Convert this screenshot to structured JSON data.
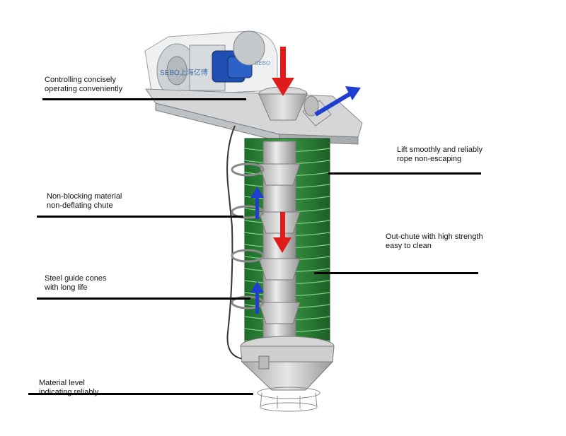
{
  "brand": {
    "logo_text": "SEBO上海亿博",
    "side_text": "SEBO"
  },
  "colors": {
    "chute_green": "#2f8a3a",
    "steel": "#c9c9c9",
    "inflow_arrow": "#e01b1b",
    "outflow_arrow": "#1f3fd0",
    "leader_line": "#000000"
  },
  "callouts": [
    {
      "id": "controlling",
      "line1": "Controlling concisely",
      "line2": "operating conveniently"
    },
    {
      "id": "lift",
      "line1": "Lift smoothly and reliably",
      "line2": "rope non-escaping"
    },
    {
      "id": "non-blocking",
      "line1": "Non-blocking material",
      "line2": "non-deflating chute"
    },
    {
      "id": "out-chute",
      "line1": "Out-chute with high strength",
      "line2": "easy to clean"
    },
    {
      "id": "steel-guide",
      "line1": "Steel guide cones",
      "line2": "with long life"
    },
    {
      "id": "material-level",
      "line1": "Material level",
      "line2": "indicating reliably"
    }
  ]
}
